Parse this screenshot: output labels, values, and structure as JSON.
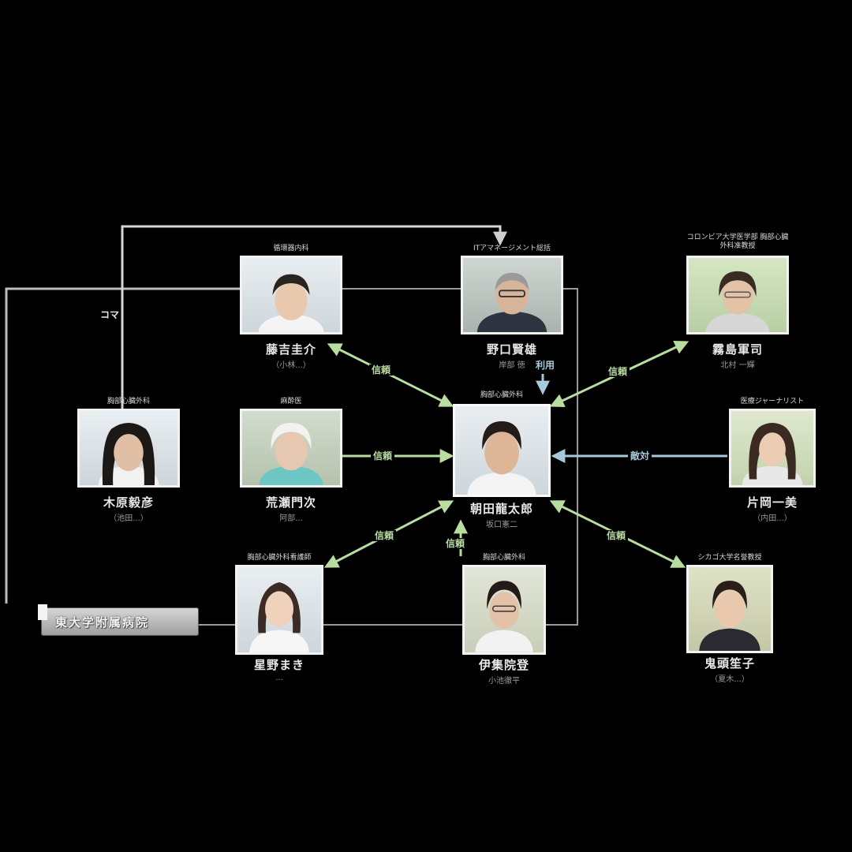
{
  "nodes": [
    {
      "id": "fujiyoshi",
      "role": "循環器内科",
      "name": "藤吉圭介",
      "actor": "（小林...）"
    },
    {
      "id": "noguchi",
      "role": "ITアマネージメント総括",
      "name": "野口賢雄",
      "actor": "岸部 徳"
    },
    {
      "id": "kirishima",
      "role": "コロンビア大学医学部 胸部心臓外科准教授",
      "name": "霧島軍司",
      "actor": "北村 一輝"
    },
    {
      "id": "kihara",
      "role": "胸部心臓外科",
      "name": "木原毅彦",
      "actor": "（池田...）"
    },
    {
      "id": "arase",
      "role": "麻酔医",
      "name": "荒瀬門次",
      "actor": "阿部..."
    },
    {
      "id": "asada",
      "role": "胸部心臓外科",
      "name": "朝田龍太郎",
      "actor": "坂口憲二"
    },
    {
      "id": "katagiri",
      "role": "医療ジャーナリスト",
      "name": "片岡一美",
      "actor": "（内田...）"
    },
    {
      "id": "hoshino",
      "role": "胸部心臓外科看護師",
      "name": "星野まき",
      "actor": "..."
    },
    {
      "id": "izumi",
      "role": "胸部心臓外科",
      "name": "伊集院登",
      "actor": "小池徹平"
    },
    {
      "id": "kitoh",
      "role": "シカゴ大学名誉教授",
      "name": "鬼頭笙子",
      "actor": "（夏木...）"
    }
  ],
  "edge_labels": {
    "trust_fujiyoshi": "信頼",
    "trust_kirishima": "信頼",
    "trust_arase": "信頼",
    "trust_hoshino": "信頼",
    "trust_izumi": "信頼",
    "trust_kitoh": "信頼",
    "hostile_katagiri": "敵対",
    "use_noguchi": "利用",
    "noguchi_kihara": "コマ"
  },
  "hospital_label": "東大学附属病院",
  "colors": {
    "trust_line": "#b9dca0",
    "blue_line": "#a8c8dc",
    "white_line": "#cfcfcf",
    "background": "#000000"
  }
}
